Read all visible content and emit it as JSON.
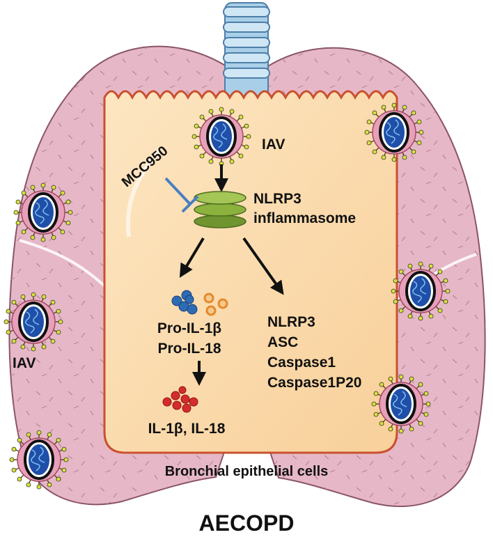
{
  "labels": {
    "iav_top": "IAV",
    "iav_left": "IAV",
    "inhibitor": "MCC950",
    "nlrp3_line1": "NLRP3",
    "nlrp3_line2": "inflammasome",
    "pro_il1b": "Pro-IL-1β",
    "pro_il18": "Pro-IL-18",
    "mature": "IL-1β, IL-18",
    "list": [
      "NLRP3",
      "ASC",
      "Caspase1",
      "Caspase1P20"
    ],
    "cell_caption": "Bronchial epithelial cells",
    "disease": "AECOPD"
  },
  "colors": {
    "lung_fill": "#e6b8c7",
    "lung_stroke": "#8a5468",
    "cell_fill": "#fbdcae",
    "cell_stroke": "#c9502e",
    "inflammasome": "#8cb23e",
    "inhibitor_line": "#4a7fc1",
    "virus_core": "#1f4fa8",
    "virus_envelope": "#e8a0b8",
    "spike_tip": "#d8e03a",
    "pro_il1b_dots": "#2e6bb5",
    "pro_il18_dots": "#e48a2c",
    "mature_dots": "#d42c2c",
    "trachea": "#a9cfe8"
  }
}
